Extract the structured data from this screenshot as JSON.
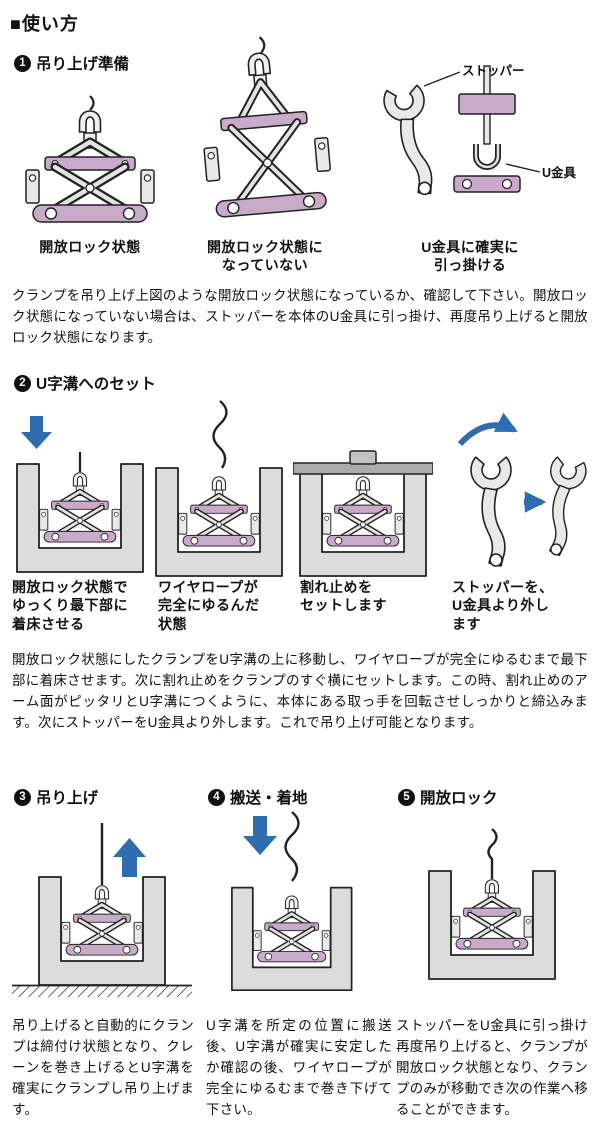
{
  "colors": {
    "accent_purple": "#c9aac8",
    "arrow_blue": "#2d6db0",
    "concrete_gray": "#dcdcdc"
  },
  "title": "■使い方",
  "section1": {
    "num": "1",
    "heading": "吊り上げ準備",
    "figures": [
      {
        "caption": "開放ロック状態"
      },
      {
        "caption": "開放ロック状態に\nなっていない"
      },
      {
        "caption": "U金具に確実に\n引っ掛ける"
      }
    ],
    "labels": {
      "stopper": "ストッパー",
      "u_fitting": "U金具"
    },
    "body": "クランプを吊り上げ上図のような開放ロック状態になっているか、確認して下さい。開放ロック状態になっていない場合は、ストッパーを本体のU金具に引っ掛け、再度吊り上げると開放ロック状態になります。"
  },
  "section2": {
    "num": "2",
    "heading": "U字溝へのセット",
    "figures": [
      {
        "caption": "開放ロック状態で\nゆっくり最下部に\n着床させる"
      },
      {
        "caption": "ワイヤロープが\n完全にゆるんだ\n状態"
      },
      {
        "caption": "割れ止めを\nセットします"
      },
      {
        "caption": "ストッパーを、\nU金具より外し\nます"
      }
    ],
    "body": "開放ロック状態にしたクランプをU字溝の上に移動し、ワイヤロープが完全にゆるむまで最下部に着床させます。次に割れ止めをクランプのすぐ横にセットします。この時、割れ止めのアーム面がピッタリとU字溝につくように、本体にある取っ手を回転させしっかりと締込みます。次にストッパーをU金具より外します。これで吊り上げ可能となります。"
  },
  "section3": {
    "num": "3",
    "heading": "吊り上げ",
    "body": "吊り上げると自動的にクランプは締付け状態となり、クレーンを巻き上げるとU字溝を確実にクランプし吊り上げます。"
  },
  "section4": {
    "num": "4",
    "heading": "搬送・着地",
    "body": "U字溝を所定の位置に搬送後、U字溝が確実に安定したか確認の後、ワイヤロープが完全にゆるむまで巻き下げて下さい。"
  },
  "section5": {
    "num": "5",
    "heading": "開放ロック",
    "body": "ストッパーをU金具に引っ掛け再度吊り上げると、クランプが開放ロック状態となり、クランプのみが移動でき次の作業へ移ることができます。"
  }
}
